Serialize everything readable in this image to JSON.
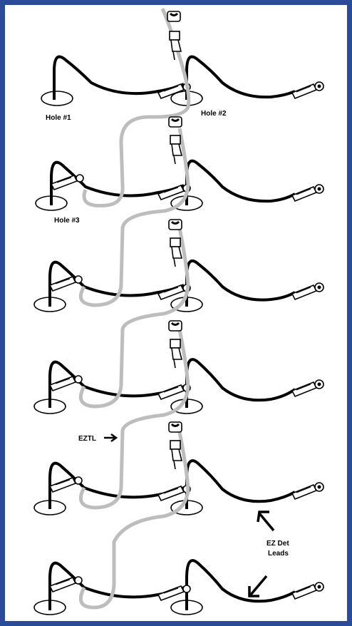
{
  "colors": {
    "border": "#2b4a9a",
    "det_lead": "#000000",
    "eztl": "#bdbdbd",
    "background": "#ffffff"
  },
  "labels": {
    "hole1": "Hole #1",
    "hole2": "Hole #2",
    "hole3": "Hole #3",
    "eztl": "EZTL",
    "ez_det_leads_line1": "EZ Det",
    "ez_det_leads_line2": "Leads"
  }
}
